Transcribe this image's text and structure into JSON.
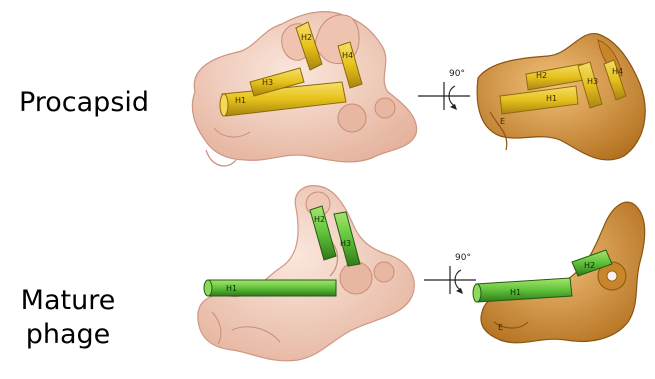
{
  "rows": [
    {
      "label": "Procapsid",
      "helix_color": "#e6c21a",
      "density_left_color": "#f3c9b8",
      "density_right_color": "#d9923a",
      "rotation_label": "90°",
      "left_helix_labels": [
        "H1",
        "H2",
        "H3",
        "H4"
      ],
      "right_helix_labels": [
        "H1",
        "H2",
        "H3",
        "H4"
      ],
      "right_region_label": "E"
    },
    {
      "label_line1": "Mature",
      "label_line2": "phage",
      "helix_color": "#5fc23a",
      "density_left_color": "#f0d3c2",
      "density_right_color": "#d9923a",
      "rotation_label": "90°",
      "left_helix_labels": [
        "H1",
        "H2",
        "H3"
      ],
      "right_helix_labels": [
        "H1",
        "H2"
      ],
      "right_region_label": "E"
    }
  ]
}
